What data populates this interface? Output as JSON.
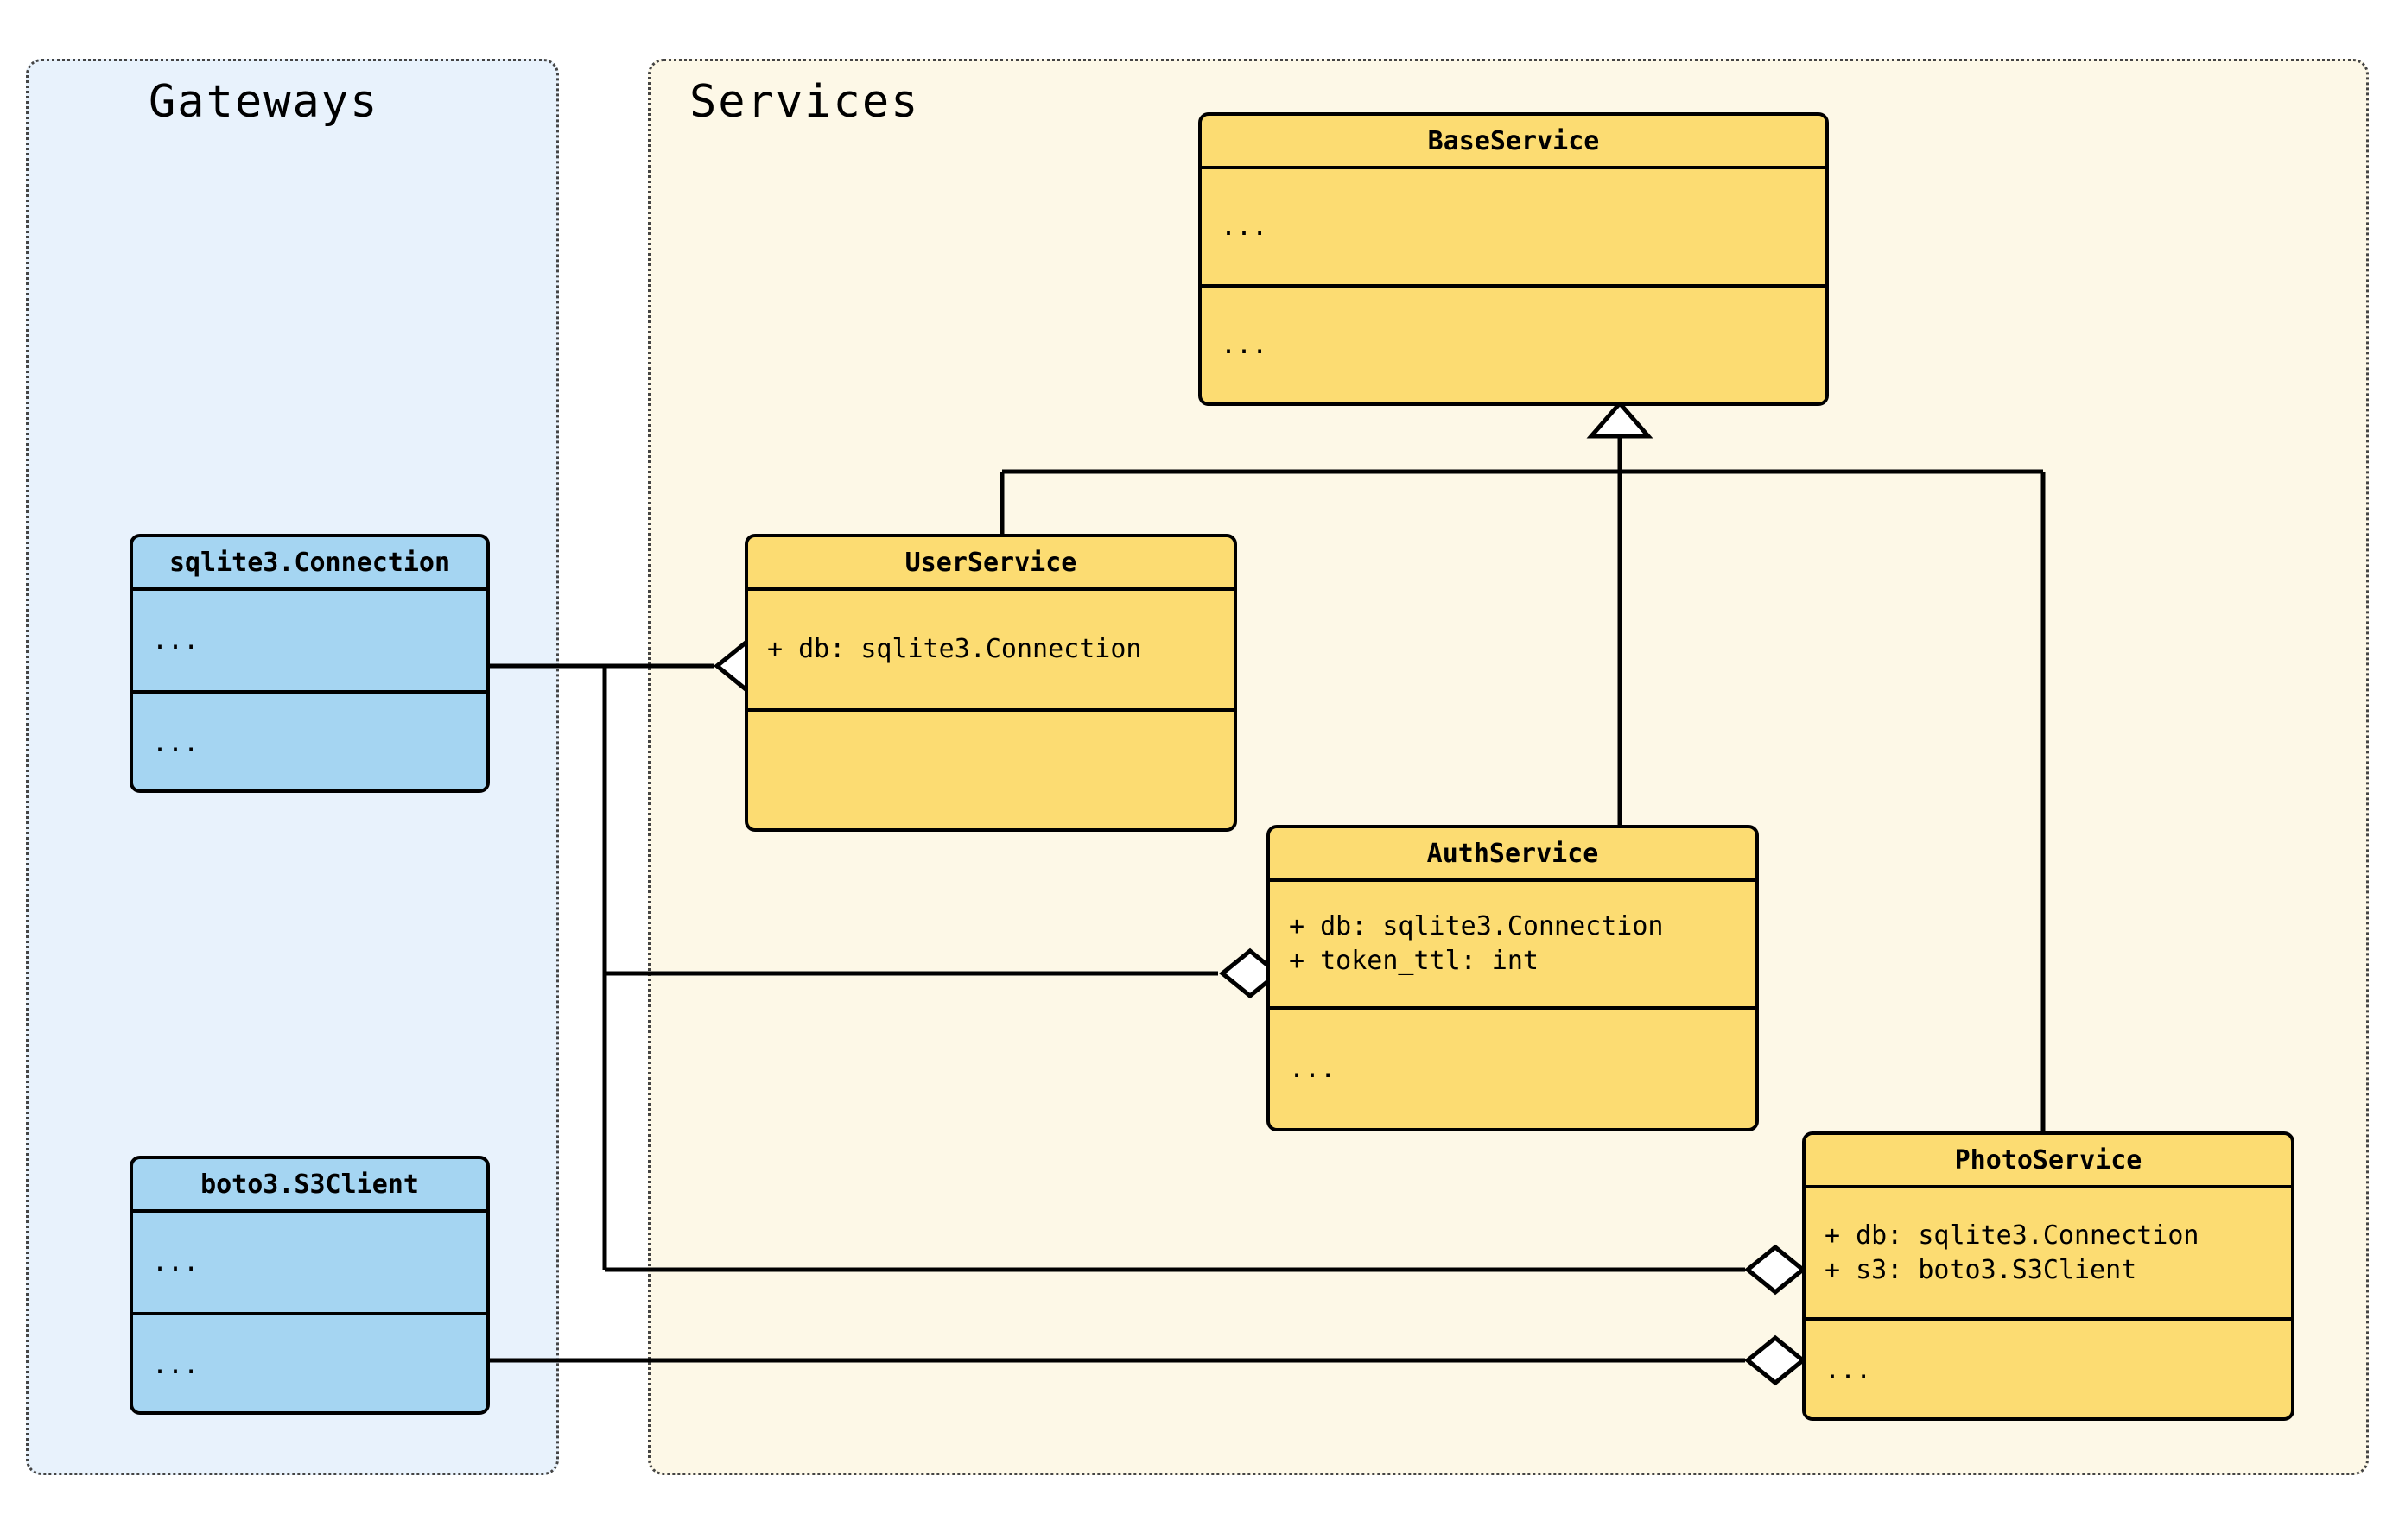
{
  "diagram": {
    "type": "uml-class-diagram",
    "packages": [
      {
        "id": "gateways",
        "label": "Gateways",
        "fill": "#E8F2FC",
        "border": "#444444"
      },
      {
        "id": "services",
        "label": "Services",
        "fill": "#FDF8E7",
        "border": "#444444"
      }
    ],
    "colors": {
      "gateway_class_fill": "#A5D5F2",
      "service_class_fill": "#FCDC72",
      "class_border": "#000000",
      "edge": "#000000",
      "marker_fill": "#FFFFFF"
    },
    "classes": [
      {
        "id": "sqlite3-connection",
        "name": "sqlite3.Connection",
        "package": "gateways",
        "attributes": [
          "..."
        ],
        "methods": [
          "..."
        ]
      },
      {
        "id": "boto3-s3client",
        "name": "boto3.S3Client",
        "package": "gateways",
        "attributes": [
          "..."
        ],
        "methods": [
          "..."
        ]
      },
      {
        "id": "baseservice",
        "name": "BaseService",
        "package": "services",
        "attributes": [
          "..."
        ],
        "methods": [
          "..."
        ]
      },
      {
        "id": "userservice",
        "name": "UserService",
        "package": "services",
        "attributes": [
          "+ db: sqlite3.Connection"
        ],
        "methods": [
          ""
        ]
      },
      {
        "id": "authservice",
        "name": "AuthService",
        "package": "services",
        "attributes": [
          "+ db: sqlite3.Connection",
          "+ token_ttl: int"
        ],
        "methods": [
          "..."
        ]
      },
      {
        "id": "photoservice",
        "name": "PhotoService",
        "package": "services",
        "attributes": [
          "+ db: sqlite3.Connection",
          "+ s3: boto3.S3Client"
        ],
        "methods": [
          "..."
        ]
      }
    ],
    "relationships": [
      {
        "kind": "inheritance",
        "from": "UserService",
        "to": "BaseService",
        "marker": "hollow-triangle"
      },
      {
        "kind": "inheritance",
        "from": "AuthService",
        "to": "BaseService",
        "marker": "hollow-triangle"
      },
      {
        "kind": "inheritance",
        "from": "PhotoService",
        "to": "BaseService",
        "marker": "hollow-triangle"
      },
      {
        "kind": "aggregation",
        "from": "UserService",
        "to": "sqlite3.Connection",
        "marker": "hollow-diamond"
      },
      {
        "kind": "aggregation",
        "from": "AuthService",
        "to": "sqlite3.Connection",
        "marker": "hollow-diamond"
      },
      {
        "kind": "aggregation",
        "from": "PhotoService",
        "to": "sqlite3.Connection",
        "marker": "hollow-diamond"
      },
      {
        "kind": "aggregation",
        "from": "PhotoService",
        "to": "boto3.S3Client",
        "marker": "hollow-diamond"
      }
    ]
  }
}
